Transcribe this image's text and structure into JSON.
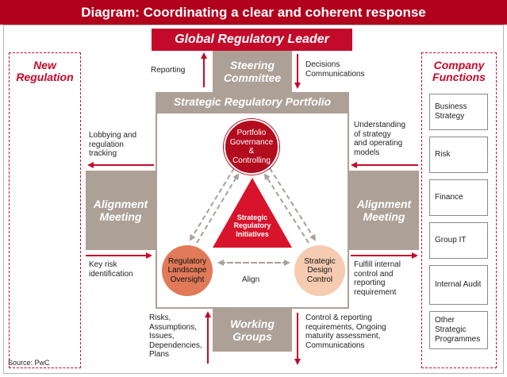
{
  "title": "Diagram: Coordinating a clear and coherent response",
  "leader": "Global Regulatory Leader",
  "steering_committee": {
    "line1": "Steering",
    "line2": "Committee"
  },
  "portfolio_bar": "Strategic Regulatory Portfolio",
  "alignment": {
    "line1": "Alignment",
    "line2": "Meeting"
  },
  "working_groups": {
    "line1": "Working",
    "line2": "Groups"
  },
  "new_regulation": {
    "line1": "New",
    "line2": "Regulation"
  },
  "company_functions": {
    "line1": "Company",
    "line2": "Functions",
    "items": [
      {
        "line1": "Business",
        "line2": "Strategy",
        "line3": ""
      },
      {
        "line1": "Risk",
        "line2": "",
        "line3": ""
      },
      {
        "line1": "Finance",
        "line2": "",
        "line3": ""
      },
      {
        "line1": "Group IT",
        "line2": "",
        "line3": ""
      },
      {
        "line1": "Internal Audit",
        "line2": "",
        "line3": ""
      },
      {
        "line1": "Other",
        "line2": "Strategic",
        "line3": "Programmes"
      }
    ]
  },
  "labels": {
    "reporting": "Reporting",
    "decisions": [
      "Decisions",
      "Communications"
    ],
    "lobbying": [
      "Lobbying and",
      "regulation",
      "tracking"
    ],
    "understanding": [
      "Understanding",
      "of strategy",
      "and operating",
      "models"
    ],
    "key_risk": [
      "Key risk",
      "identification"
    ],
    "fulfill": [
      "Fulfill internal",
      "control and",
      "reporting",
      "requirement"
    ],
    "risks": [
      "Risks,",
      "Assumptions,",
      "Issues,",
      "Dependencies,",
      "Plans"
    ],
    "control": [
      "Control & reporting",
      "requirements, Ongoing",
      "maturity assessment,",
      "Communications"
    ],
    "align": "Align"
  },
  "circles": {
    "top": [
      "Portfolio",
      "Governance",
      "&",
      "Controlling"
    ],
    "left": [
      "Regulatory",
      "Landscape",
      "Oversight"
    ],
    "right": [
      "Strategic",
      "Design",
      "Control"
    ]
  },
  "triangle": [
    "Strategic",
    "Regulatory",
    "Initiatives"
  ],
  "source": "Source: PwC",
  "colors": {
    "brand_red": "#b1001b",
    "taupe": "#ada097",
    "dark_red_circle": "#b30c1f",
    "orange_circle": "#e07a59",
    "peach_circle": "#f5ccb1"
  }
}
